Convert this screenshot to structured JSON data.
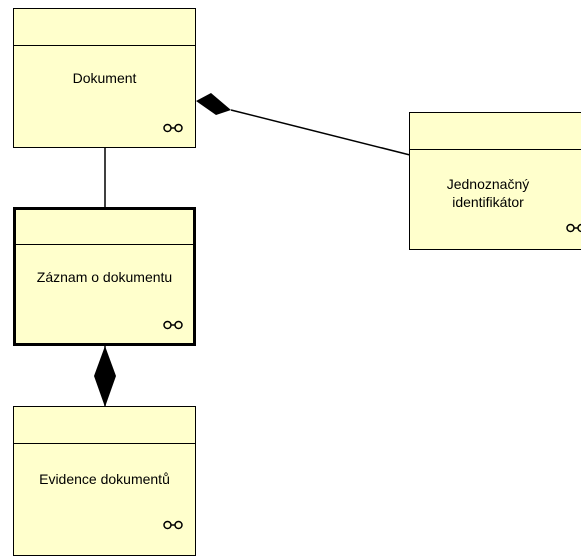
{
  "diagram": {
    "nodes": [
      {
        "id": "dokument",
        "label": "Dokument",
        "icon": "glasses-icon"
      },
      {
        "id": "jednoznacny-identifikator",
        "label": "Jednoznačný\nidentifikátor",
        "icon": "glasses-icon"
      },
      {
        "id": "zaznam-o-dokumentu",
        "label": "Záznam o dokumentu",
        "icon": "glasses-icon",
        "selected": true
      },
      {
        "id": "evidence-dokumentu",
        "label": "Evidence dokumentů",
        "icon": "glasses-icon"
      }
    ],
    "edges": [
      {
        "from": "dokument",
        "to": "jednoznacny-identifikator",
        "type": "composition"
      },
      {
        "from": "dokument",
        "to": "zaznam-o-dokumentu",
        "type": "association"
      },
      {
        "from": "zaznam-o-dokumentu",
        "to": "evidence-dokumentu",
        "type": "composition"
      }
    ],
    "colors": {
      "node_fill": "#ffffcc",
      "stroke": "#000000"
    }
  }
}
